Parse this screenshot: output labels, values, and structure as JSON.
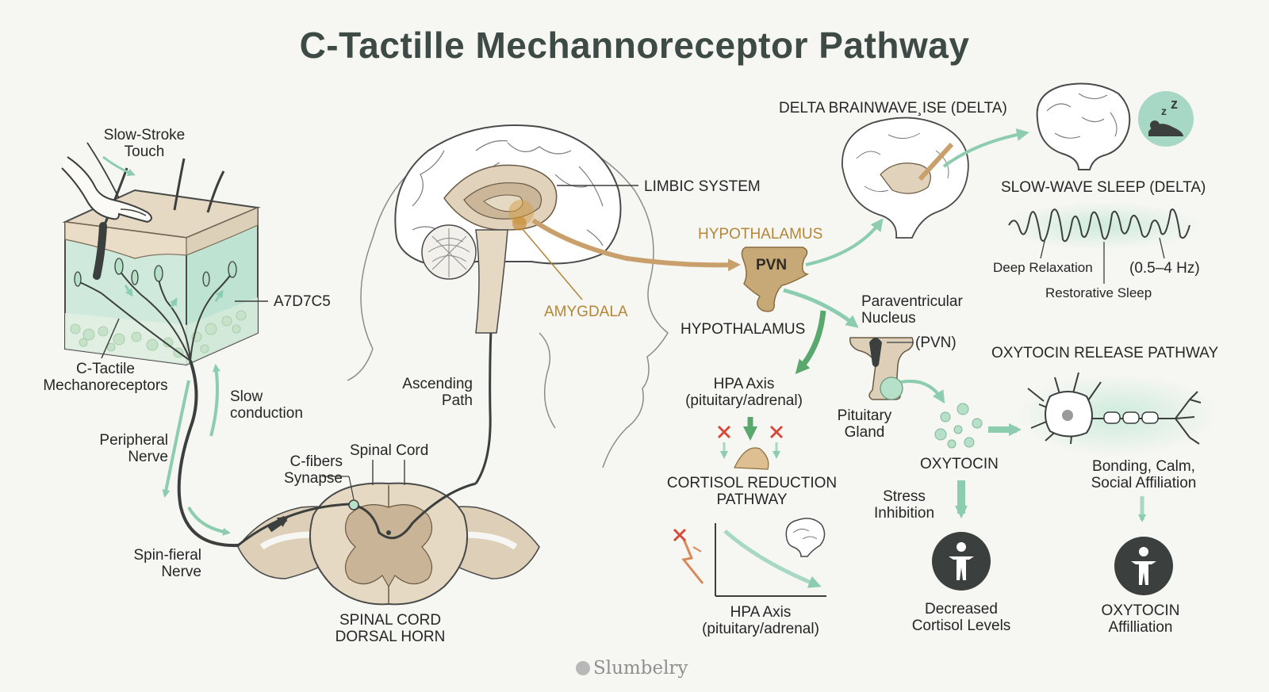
{
  "title": "C-Tactille Mechannoreceptor Pathway",
  "brand": "Slumbelry",
  "colors": {
    "accent_green": "#8ccdb0",
    "skin_tan": "#e6d9c3",
    "gold": "#b48637",
    "dark": "#3b3f3d",
    "arrow_tan": "#c9a06b"
  },
  "icons": [
    "hand-icon",
    "brain-icon",
    "sleep-icon",
    "neuron-icon",
    "person-icon",
    "wave-icon",
    "cross-icon"
  ],
  "left": {
    "slow_stroke": [
      "Slow-Stroke",
      "Touch"
    ],
    "a7d7c5": "A7D7C5",
    "mechanoreceptors": [
      "C-Tactile",
      "Mechanoreceptors"
    ],
    "slow_conduction": [
      "Slow",
      "conduction"
    ],
    "peripheral_nerve": [
      "Peripheral",
      "Nerve"
    ],
    "spinal_nerve": [
      "Spin-fieral",
      "Nerve"
    ]
  },
  "spine": {
    "c_fibers": [
      "C-fibers",
      "Synapse"
    ],
    "spinal_cord": "Spinal Cord",
    "ascending": [
      "Ascending",
      "Path"
    ],
    "dorsal_horn": [
      "SPINAL CORD",
      "DORSAL HORN"
    ]
  },
  "brain": {
    "limbic": "LIMBIC SYSTEM",
    "amygdala": "AMYGDALA"
  },
  "hypothalamus": {
    "top_label": "HYPOTHALAMUS",
    "pvn": "PVN",
    "bottom_label": "HYPOTHALAMUS"
  },
  "delta": {
    "header": "DELTA BRAINWAVE¸ISE (DELTA)",
    "sleep_header": "SLOW-WAVE SLEEP (DELTA)",
    "deep_relaxation": "Deep Relaxation",
    "freq": "(0.5–4 Hz)",
    "restorative": "Restorative Sleep"
  },
  "pvn_section": {
    "paraventricular": [
      "Paraventricular",
      "Nucleus"
    ],
    "pvn_paren": "(PVN)",
    "pituitary": [
      "Pituitary",
      "Gland"
    ]
  },
  "hpa": {
    "top": [
      "HPA Axis",
      "(pituitary/adrenal)"
    ],
    "cortisol_reduction": [
      "CORTISOL REDUCTION",
      "PATHWAY"
    ],
    "bottom": [
      "HPA Axis",
      "(pituitary/adrenal)"
    ]
  },
  "oxytocin": {
    "header": "OXYTOCIN RELEASE PATHWAY",
    "label": "OXYTOCIN",
    "bonding": [
      "Bonding, Calm,",
      "Social Affiliation"
    ],
    "stress": [
      "Stress",
      "Inhibition"
    ],
    "decreased": [
      "Decreased",
      "Cortisol Levels"
    ],
    "affiliation": [
      "OXYTOCIN",
      "Affilliation"
    ]
  }
}
